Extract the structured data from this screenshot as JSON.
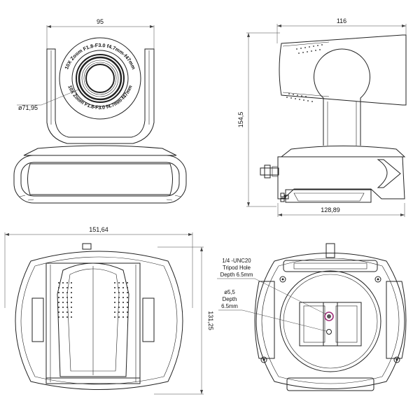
{
  "views": {
    "front": {
      "width_dim": "95",
      "diameter_dim": "ø71,95",
      "lens_ring_upper": "10X Zoom F1.8-F3.0 f4.7mm-f47mm",
      "lens_ring_lower": "10X Zoom F1.8-F3.0 f4.7mm-f47mm"
    },
    "side": {
      "top_width_dim": "116",
      "height_dim": "154,5",
      "base_width_dim": "128,89"
    },
    "top": {
      "width_dim": "151,64",
      "depth_dim": "131,25"
    },
    "bottom": {
      "tripod_note": [
        "1/4 -UNC20",
        "Tripod Hole",
        "Depth 6.5mm"
      ],
      "pin_note": [
        "ø5,5",
        "Depth",
        "6.5mm"
      ]
    }
  },
  "colors": {
    "line": "#222222",
    "tripod_hole_highlight": "#a0307a"
  }
}
